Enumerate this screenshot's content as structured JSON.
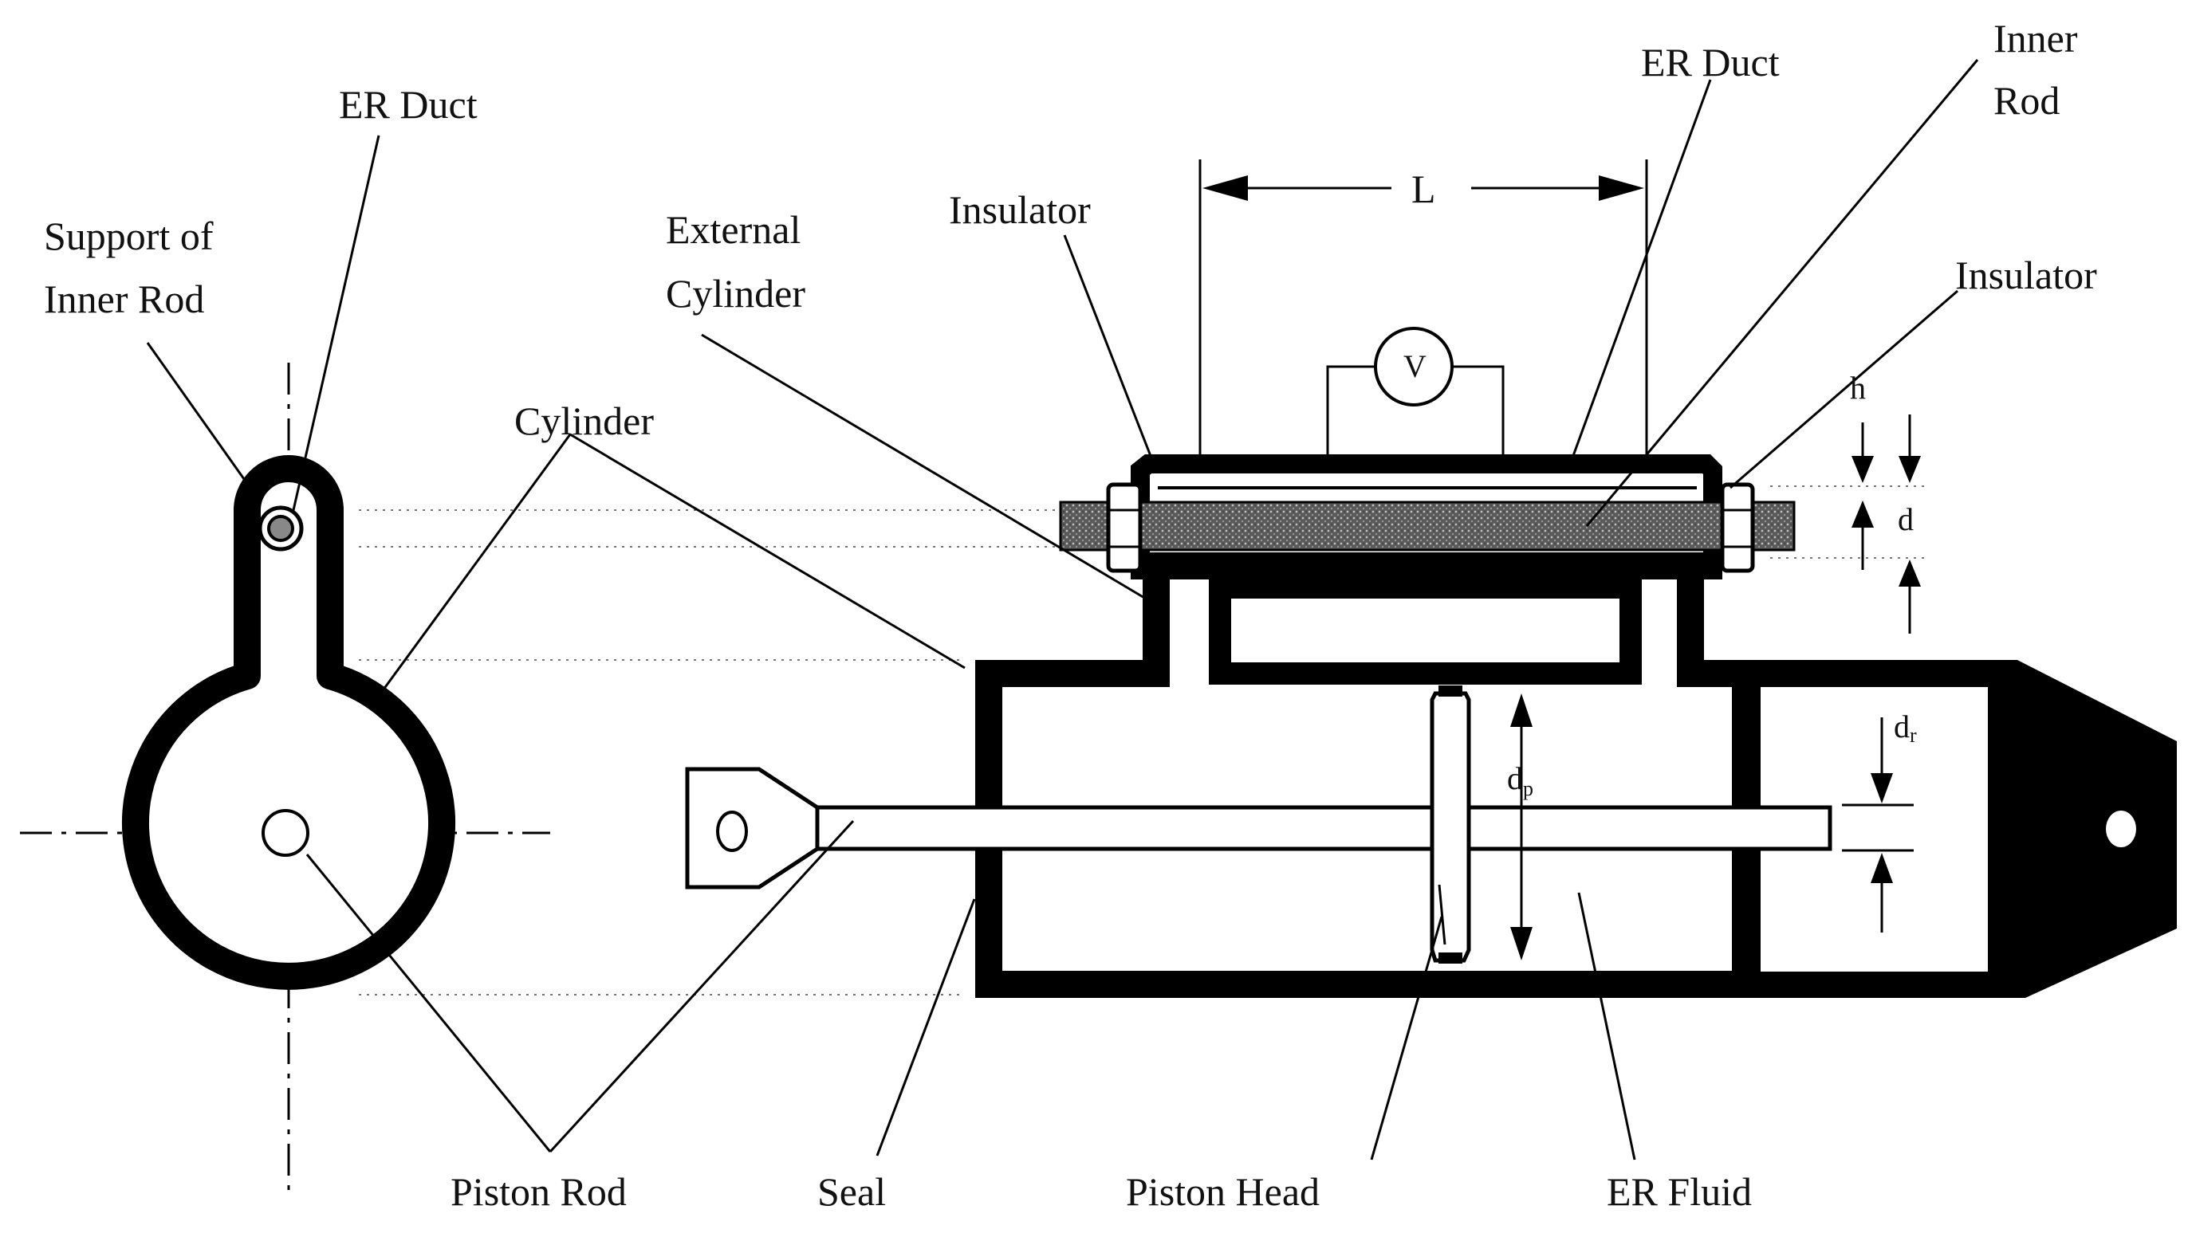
{
  "labels": {
    "er_duct_left": "ER Duct",
    "support_line1": "Support of",
    "support_line2": "Inner Rod",
    "cylinder": "Cylinder",
    "external_cylinder_line1": "External",
    "external_cylinder_line2": "Cylinder",
    "insulator_left": "Insulator",
    "er_duct_top": "ER Duct",
    "inner_rod_line1": "Inner",
    "inner_rod_line2": "Rod",
    "insulator_right": "Insulator",
    "piston_rod": "Piston Rod",
    "seal": "Seal",
    "piston_head": "Piston Head",
    "er_fluid": "ER Fluid"
  },
  "symbols": {
    "length": "L",
    "voltage": "V",
    "gap": "h",
    "duct_diameter": "d",
    "piston_diameter": "d",
    "piston_diameter_sub": "p",
    "rod_diameter": "d",
    "rod_diameter_sub": "r"
  }
}
